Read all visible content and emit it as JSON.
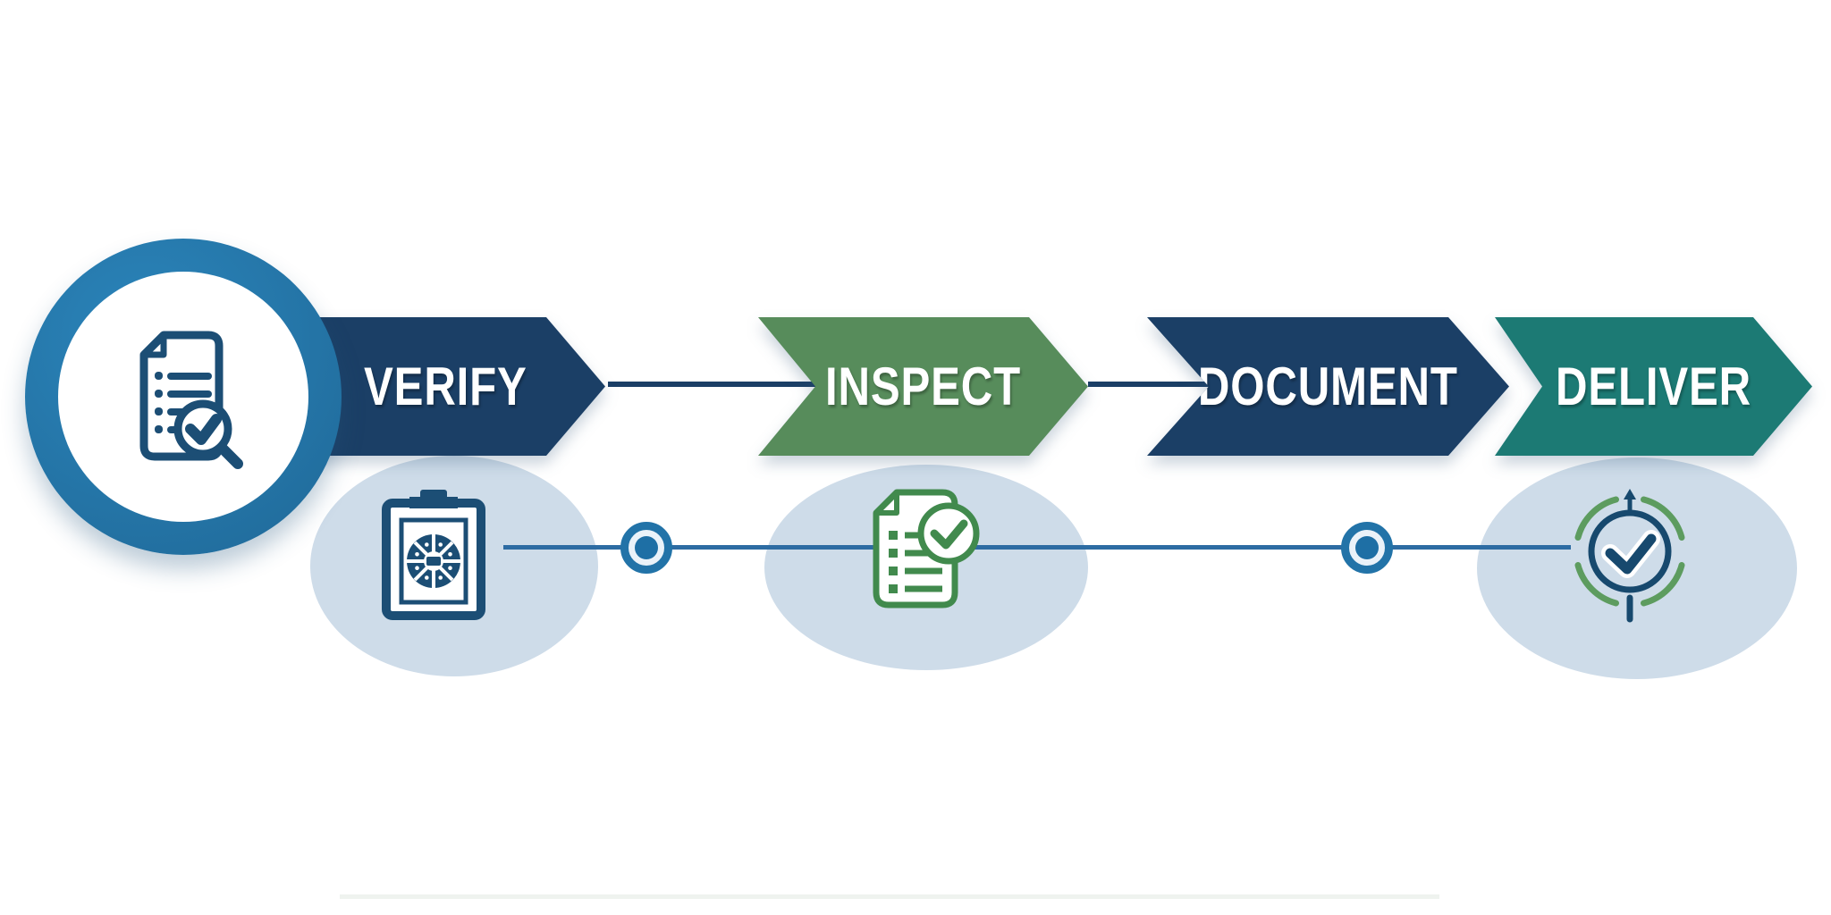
{
  "diagram": {
    "type": "process-flow",
    "steps": [
      {
        "label": "VERIFY",
        "fill": "#1b3f66",
        "icon": "clipboard-dial"
      },
      {
        "label": "INSPECT",
        "fill": "#578c5b",
        "icon": "document-check"
      },
      {
        "label": "DOCUMENT",
        "fill": "#1b3f66",
        "icon": ""
      },
      {
        "label": "DELIVER",
        "fill": "#1c7a74",
        "icon": "target-check"
      }
    ],
    "hero_icon": "document-checklist-magnifier",
    "node_count": 2,
    "colors": {
      "navy": "#1b3f66",
      "green": "#578c5b",
      "teal": "#1c7a74",
      "ring_blue": "#2373a9",
      "icon_navy": "#1c4e75",
      "icon_green": "#418a4d",
      "arc_green": "#5d9c5f",
      "ellipse_fill": "#cedce9",
      "connector_blue": "#2d6ca3",
      "background": "#ffffff",
      "label_text": "#ffffff"
    }
  }
}
